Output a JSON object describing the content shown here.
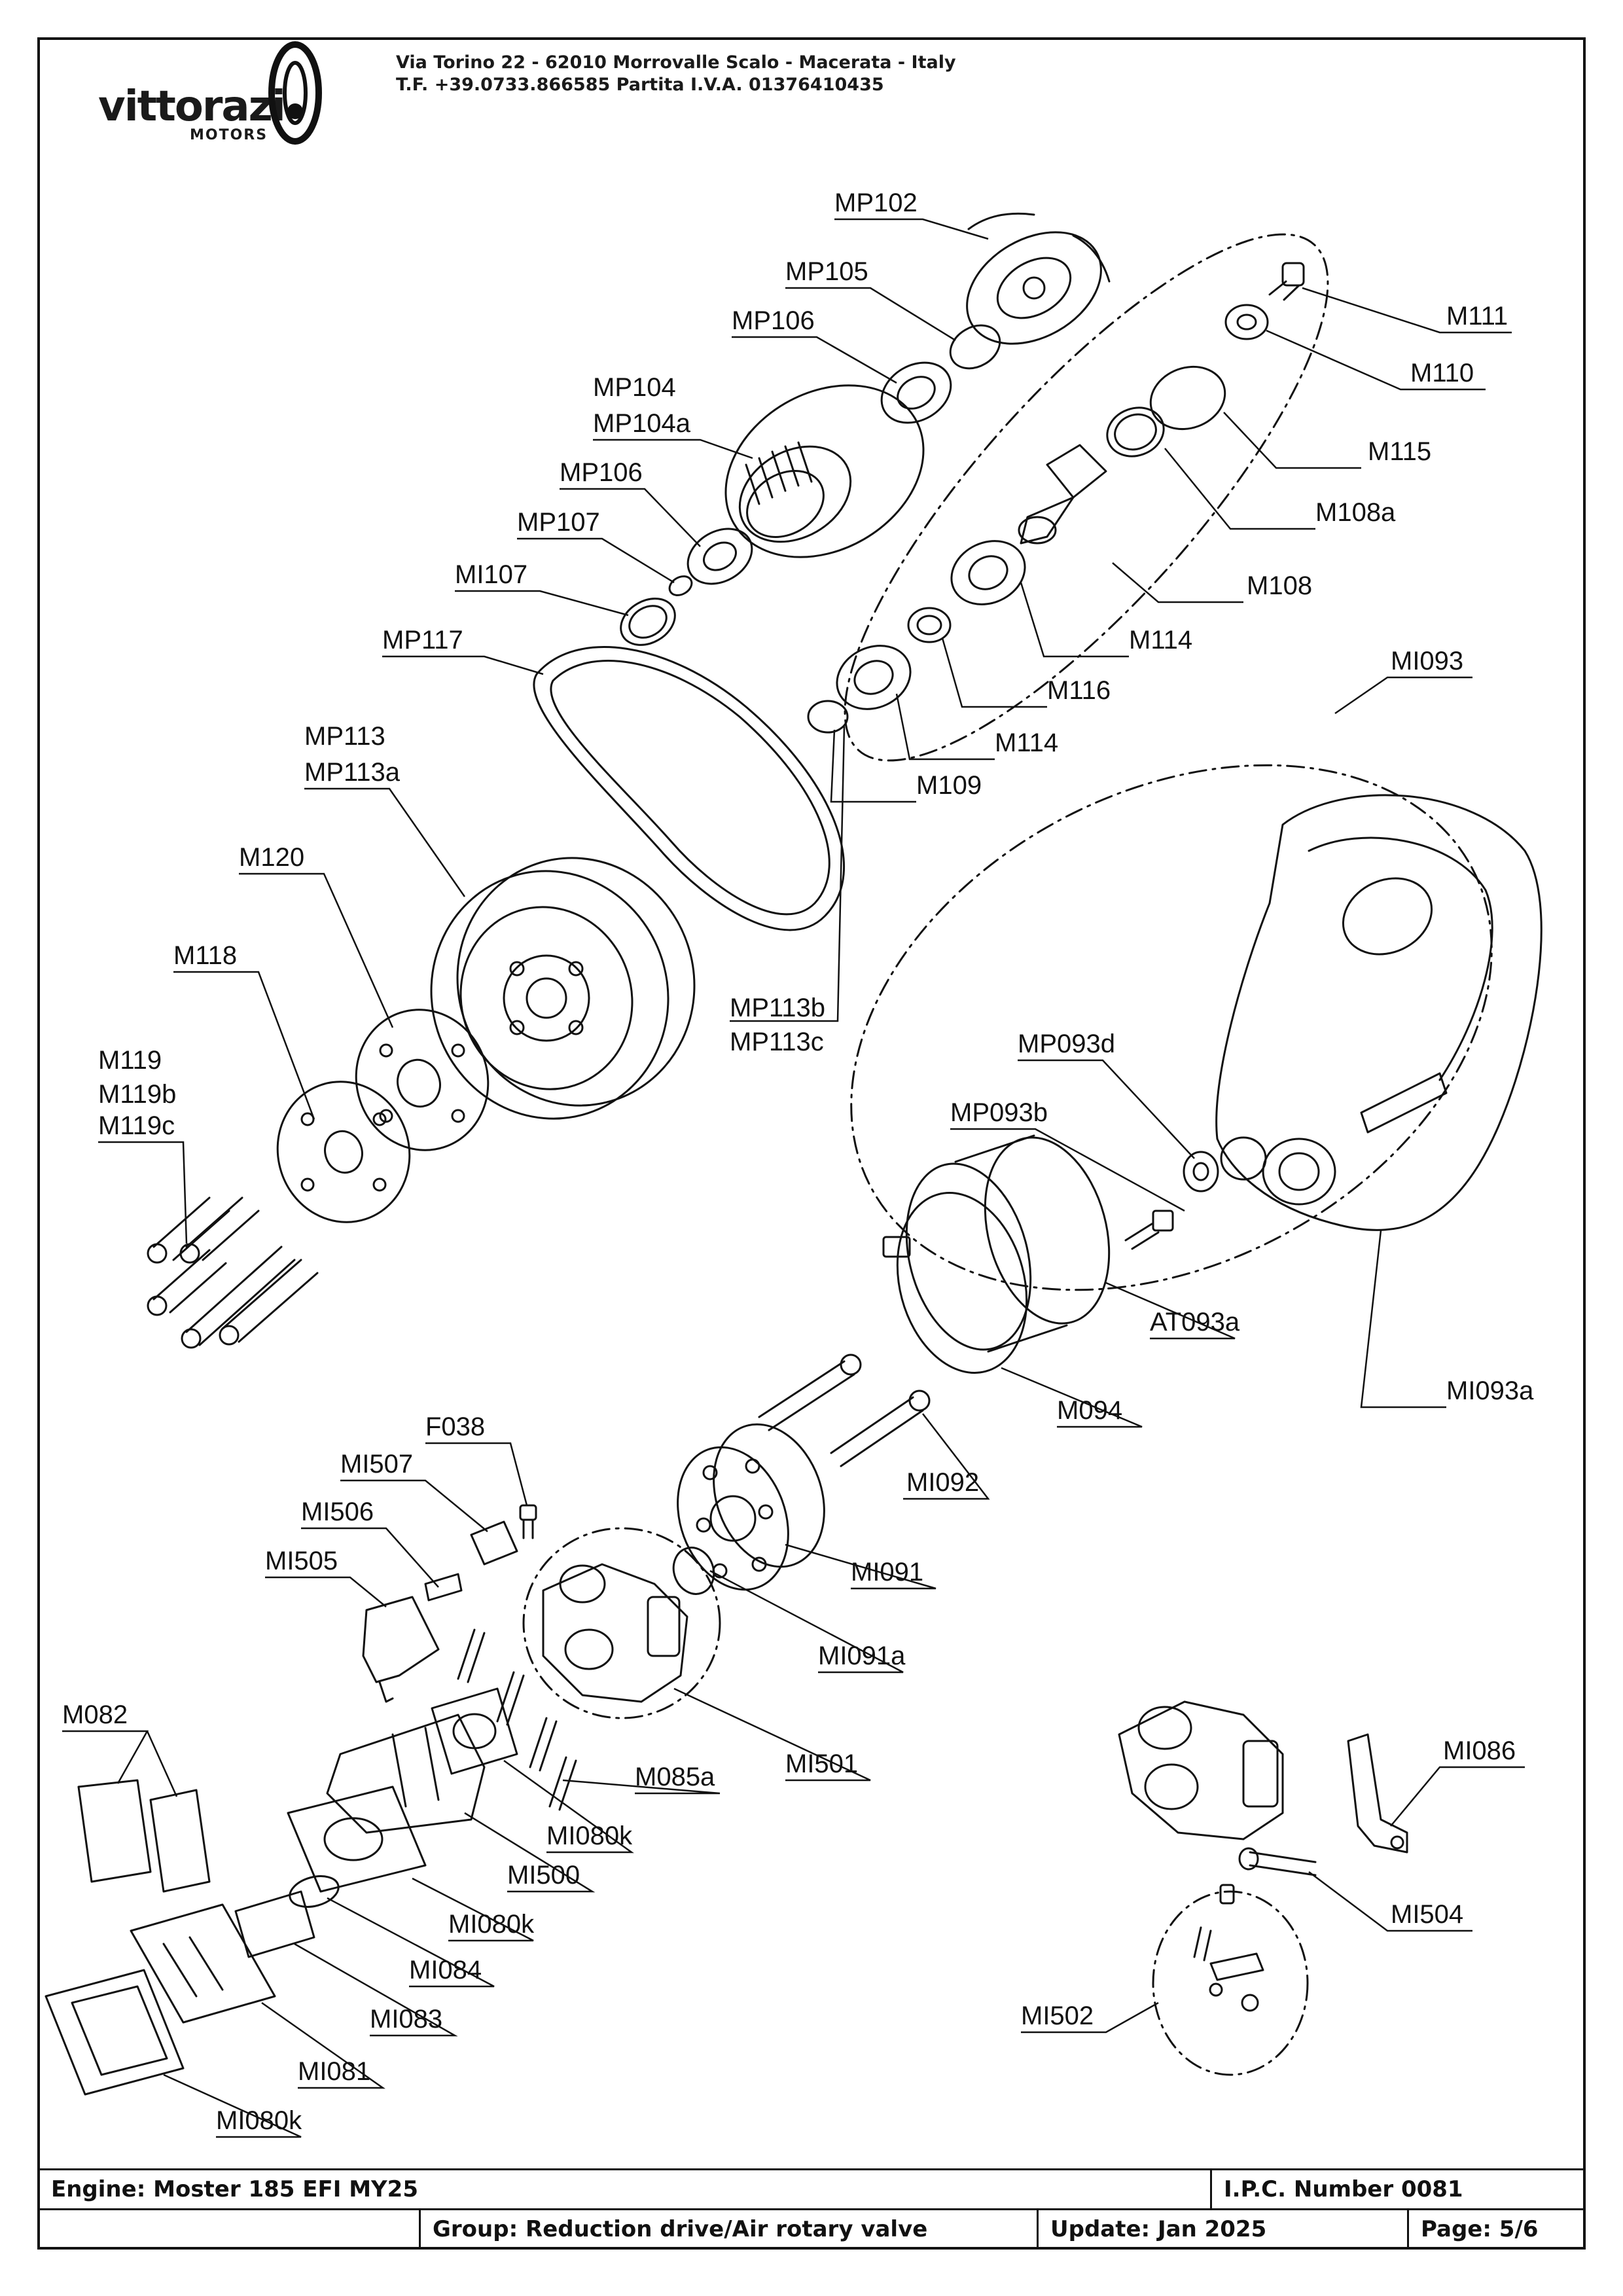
{
  "company": {
    "logo_name": "vittorazi",
    "logo_sub": "MOTORS",
    "address_line1": "Via Torino 22 - 62010 Morrovalle Scalo - Macerata - Italy",
    "address_line2": "T.F. +39.0733.866585 Partita I.V.A. 01376410435"
  },
  "title_block": {
    "engine": "Engine: Moster 185 EFI MY25",
    "ipc_number": "I.P.C. Number 0081",
    "group": "Group: Reduction drive/Air rotary valve",
    "update": "Update: Jan 2025",
    "page": "Page: 5/6"
  },
  "callouts": {
    "MP102": "MP102",
    "MP105": "MP105",
    "MP106a": "MP106",
    "MP104": "MP104",
    "MP104a": "MP104a",
    "MP106b": "MP106",
    "MP107": "MP107",
    "MI107": "MI107",
    "MP117": "MP117",
    "MP113": "MP113",
    "MP113a": "MP113a",
    "M120": "M120",
    "M118": "M118",
    "M119": "M119",
    "M119b": "M119b",
    "M119c": "M119c",
    "M111": "M111",
    "M110": "M110",
    "M115": "M115",
    "M108a": "M108a",
    "M108": "M108",
    "M114a": "M114",
    "M116": "M116",
    "M114b": "M114",
    "M109": "M109",
    "MI093": "MI093",
    "MP113b": "MP113b",
    "MP113c": "MP113c",
    "MP093d": "MP093d",
    "MP093b": "MP093b",
    "AT093a": "AT093a",
    "M094": "M094",
    "MI093a": "MI093a",
    "F038": "F038",
    "MI507": "MI507",
    "MI506": "MI506",
    "MI505": "MI505",
    "MI092": "MI092",
    "MI091": "MI091",
    "MI091a": "MI091a",
    "M082": "M082",
    "MI501": "MI501",
    "M085a": "M085a",
    "MI080k_a": "MI080k",
    "MI500": "MI500",
    "MI080k_b": "MI080k",
    "MI084": "MI084",
    "MI083": "MI083",
    "MI081": "MI081",
    "MI080k_c": "MI080k",
    "MI086": "MI086",
    "MI504": "MI504",
    "MI502": "MI502"
  }
}
